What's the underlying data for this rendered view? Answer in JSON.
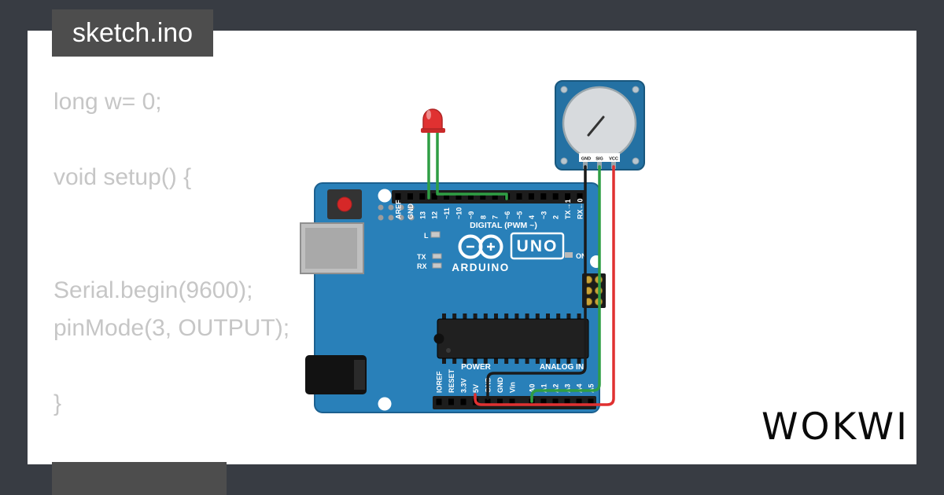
{
  "window": {
    "filename": "sketch.ino"
  },
  "code": {
    "lines": [
      "long w= 0;",
      "",
      "void setup() {",
      "",
      "",
      "Serial.begin(9600);",
      "pinMode(3, OUTPUT);",
      "",
      "}"
    ]
  },
  "logo": {
    "text": "WOKWI"
  },
  "colors": {
    "frame": "#383c43",
    "board_blue": "#2980b9",
    "pot_blue": "#2471a3",
    "wire_green": "#2f9e44",
    "wire_red": "#e03131",
    "wire_black": "#1a1a1a",
    "led_red": "#e03131"
  },
  "board": {
    "name": "Arduino UNO",
    "digital_section_label": "DIGITAL (PWM ~)",
    "digital_pins": [
      "AREF",
      "GND",
      "13",
      "12",
      "~11",
      "~10",
      "~9",
      "8",
      "7",
      "~6",
      "~5",
      "4",
      "~3",
      "2",
      "TX→1",
      "RX←0"
    ],
    "power_section_label": "POWER",
    "power_pins": [
      "IOREF",
      "RESET",
      "3.3V",
      "5V",
      "GND",
      "GND",
      "Vin"
    ],
    "analog_section_label": "ANALOG IN",
    "analog_pins": [
      "A0",
      "A1",
      "A2",
      "A3",
      "A4",
      "A5"
    ],
    "brand": "ARDUINO",
    "model": "UNO",
    "led_l": "L",
    "led_tx": "TX",
    "led_rx": "RX",
    "on_label": "ON"
  },
  "potentiometer": {
    "pin_labels": [
      "GND",
      "SIG",
      "VCC"
    ]
  }
}
